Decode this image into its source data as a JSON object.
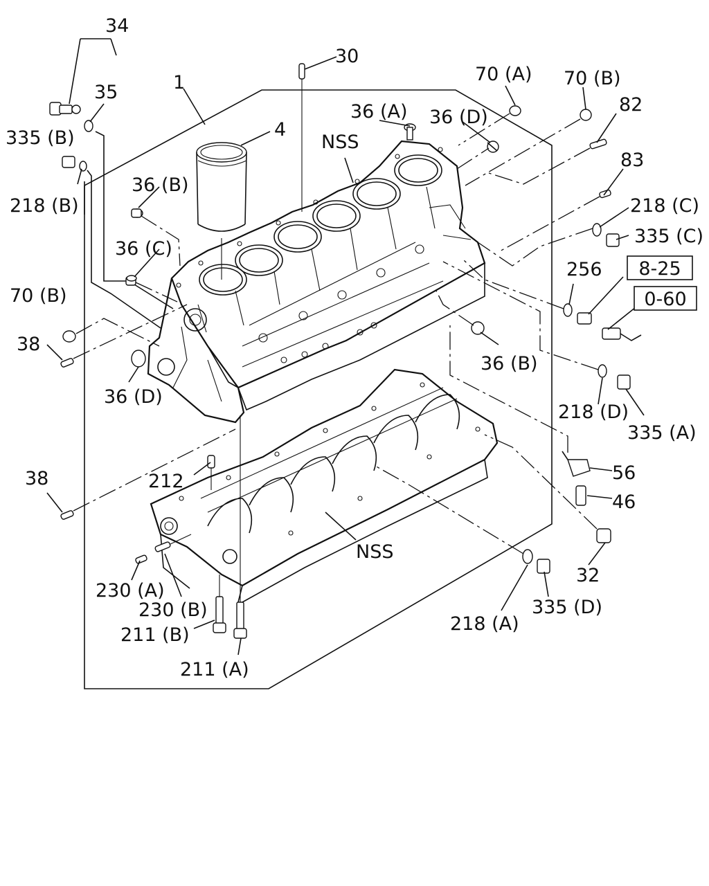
{
  "labels": {
    "l34": "34",
    "l35": "35",
    "l1": "1",
    "l30": "30",
    "l70a": "70 (A)",
    "l70b_top": "70 (B)",
    "l82": "82",
    "l4": "4",
    "l36a": "36 (A)",
    "l36d_top": "36 (D)",
    "l335b": "335 (B)",
    "lnss_top": "NSS",
    "l83": "83",
    "l218b": "218 (B)",
    "l36b_left": "36 (B)",
    "l218c": "218 (C)",
    "l335c": "335 (C)",
    "l36c": "36 (C)",
    "l256": "256",
    "l70b_left": "70 (B)",
    "l38_top": "38",
    "l36b_right": "36 (B)",
    "l36d_left": "36 (D)",
    "l218d": "218 (D)",
    "l335a": "335 (A)",
    "l38_bottom": "38",
    "l212": "212",
    "l56": "56",
    "l46": "46",
    "lnss_bottom": "NSS",
    "l32": "32",
    "l230a": "230 (A)",
    "l230b": "230 (B)",
    "l335d": "335 (D)",
    "l218a": "218 (A)",
    "l211b": "211 (B)",
    "l211a": "211 (A)"
  },
  "refs": {
    "r825": "8-25",
    "r060": "0-60"
  },
  "colors": {
    "ink": "#111111",
    "paper": "#ffffff"
  }
}
